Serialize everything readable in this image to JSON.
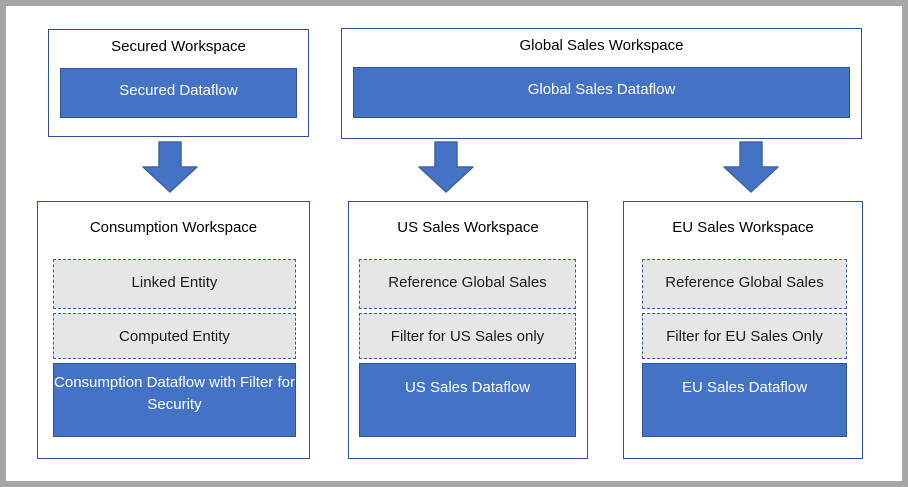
{
  "diagram": {
    "top_row": {
      "secured": {
        "title": "Secured Workspace",
        "dataflow": "Secured Dataflow"
      },
      "global_sales": {
        "title": "Global Sales Workspace",
        "dataflow": "Global Sales Dataflow"
      }
    },
    "bottom_row": {
      "consumption": {
        "title": "Consumption Workspace",
        "entities": [
          "Linked Entity",
          "Computed Entity"
        ],
        "dataflow": "Consumption Dataflow with Filter for Security"
      },
      "us_sales": {
        "title": "US Sales Workspace",
        "entities": [
          "Reference Global Sales",
          "Filter for US Sales only"
        ],
        "dataflow": "US Sales Dataflow"
      },
      "eu_sales": {
        "title": "EU Sales Workspace",
        "entities": [
          "Reference Global Sales",
          "Filter for EU Sales Only"
        ],
        "dataflow": "EU Sales Dataflow"
      }
    },
    "colors": {
      "dataflow_fill": "#4472C4",
      "dataflow_border": "#2F5597",
      "dataflow_text": "#FFFFFF",
      "entity_fill": "#E7E6E6",
      "entity_border": "#3761AB",
      "card_border": "#2E5395",
      "arrow_fill": "#4472C4",
      "frame_border": "#A6A6A6",
      "title_text": "#000000"
    }
  }
}
